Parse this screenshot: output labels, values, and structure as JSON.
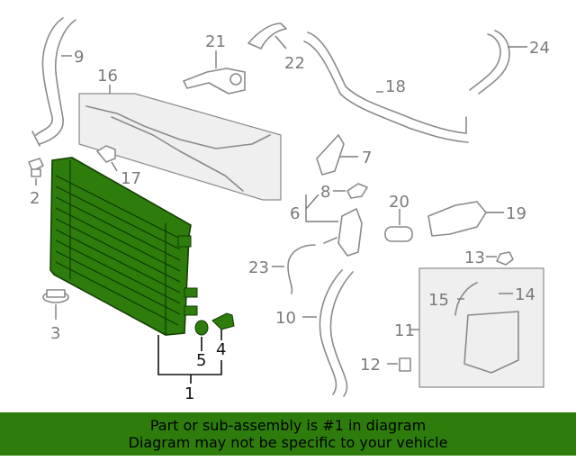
{
  "callouts": {
    "c1": "1",
    "c2": "2",
    "c3": "3",
    "c4": "4",
    "c5": "5",
    "c6": "6",
    "c7": "7",
    "c8": "8",
    "c9": "9",
    "c10": "10",
    "c11": "11",
    "c12": "12",
    "c13": "13",
    "c14": "14",
    "c15": "15",
    "c16": "16",
    "c17": "17",
    "c18": "18",
    "c19": "19",
    "c20": "20",
    "c21": "21",
    "c22": "22",
    "c23": "23",
    "c24": "24"
  },
  "banner": {
    "line1": "Part or sub-assembly is #1 in diagram",
    "line2": "Diagram may not be specific to your vehicle"
  },
  "colors": {
    "highlight": "#2e7d0c",
    "banner_bg": "#2e7d0c",
    "line_art": "#8a8a8a"
  }
}
